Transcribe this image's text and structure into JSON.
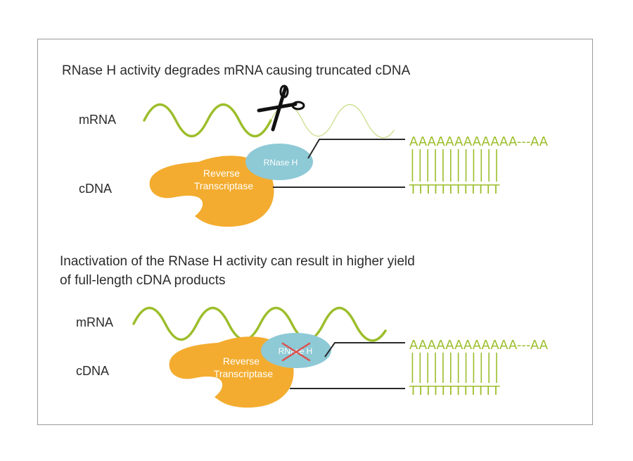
{
  "panel_top": {
    "title": "RNase H activity degrades mRNA causing truncated cDNA",
    "mrna_label": "mRNA",
    "cdna_label": "cDNA",
    "enzyme_line1": "Reverse",
    "enzyme_line2": "Transcriptase",
    "rnase_label": "RNase H",
    "polyA": "AAAAAAAAAAAA---AA",
    "polyT": "TTTTTTTTTTTT",
    "scissors_icon": "scissors-icon"
  },
  "panel_bottom": {
    "title_line1": "Inactivation of the RNase H activity can result in higher yield",
    "title_line2": "of full-length cDNA products",
    "mrna_label": "mRNA",
    "cdna_label": "cDNA",
    "enzyme_line1": "Reverse",
    "enzyme_line2": "Transcriptase",
    "rnase_label": "RNase H",
    "polyA": "AAAAAAAAAAAA---AA",
    "polyT": "TTTTTTTTTTTT",
    "inactivated_icon": "cross-icon"
  },
  "colors": {
    "mrna_green": "#9cbe2b",
    "mrna_light": "#c6db80",
    "enzyme_orange": "#f3ac2f",
    "rnase_blue": "#8ec9d6",
    "line_dark": "#2b2b2b",
    "cross_red": "#d9534f"
  }
}
